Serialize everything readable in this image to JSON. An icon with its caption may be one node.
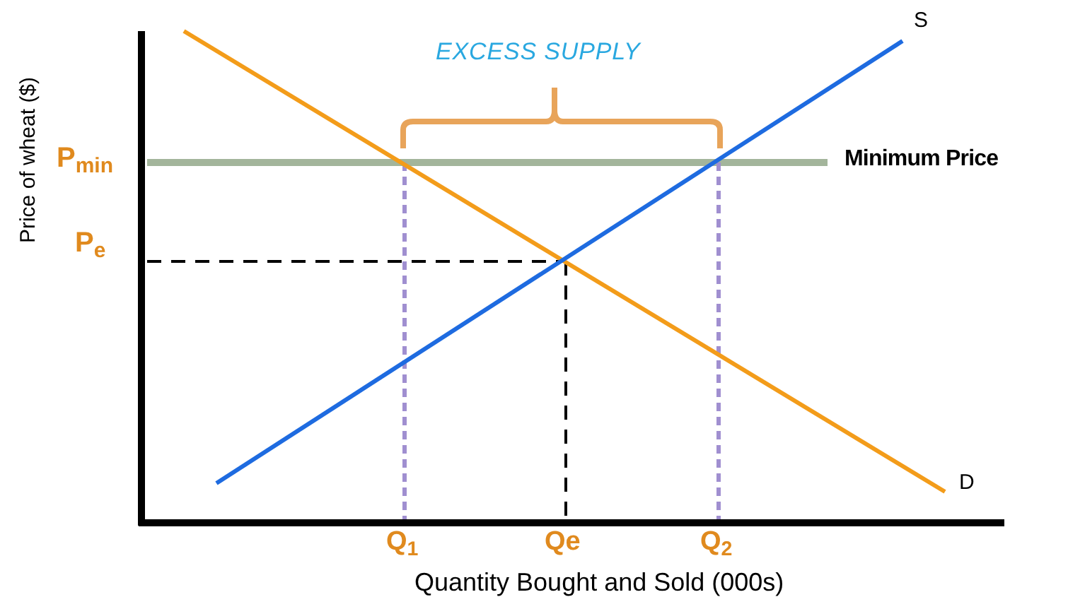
{
  "diagram": {
    "labels": [
      "S",
      "EXCESS SUPPLY",
      "P$_{min}$",
      "Minimum Price",
      "Price of wheat ($)",
      "P$_{e}$",
      "D",
      "Q$_{1}$",
      "Qe",
      "Q$_{2}$",
      "Quantity Bought and Sold (000s)"
    ]
  }
}
